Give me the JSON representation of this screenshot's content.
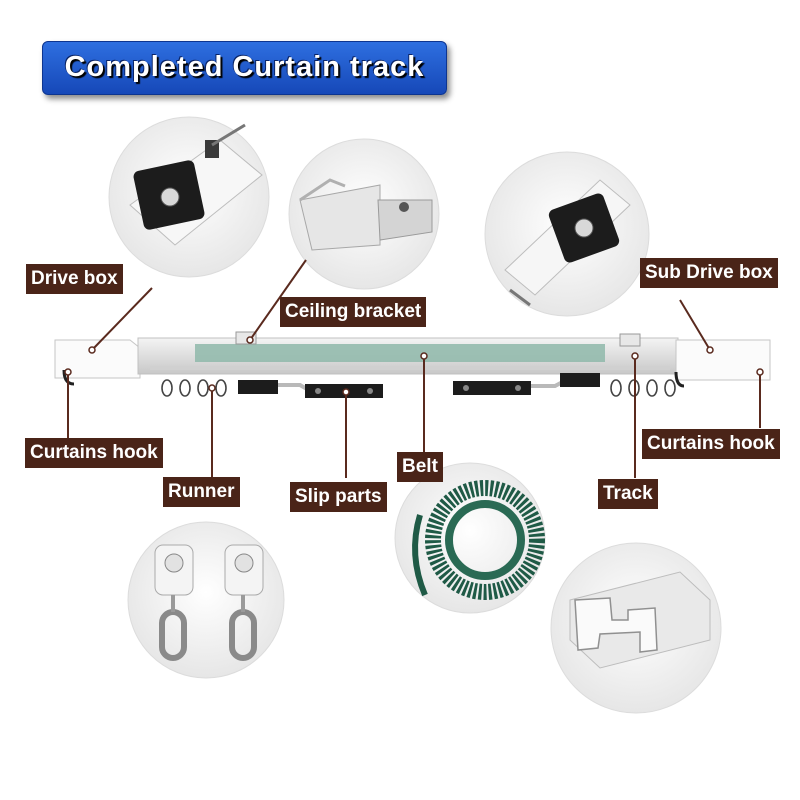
{
  "title": "Completed Curtain track",
  "labels": {
    "drive_box": "Drive box",
    "sub_drive_box": "Sub Drive box",
    "ceiling_bracket": "Ceiling bracket",
    "curtains_hook_left": "Curtains hook",
    "curtains_hook_right": "Curtains hook",
    "runner": "Runner",
    "slip_parts": "Slip parts",
    "belt": "Belt",
    "track": "Track"
  },
  "colors": {
    "banner": "#1f56c8",
    "label_bg": "#4a2418",
    "leader_line": "#5a2a1e",
    "belt_green": "#1f5a46"
  }
}
